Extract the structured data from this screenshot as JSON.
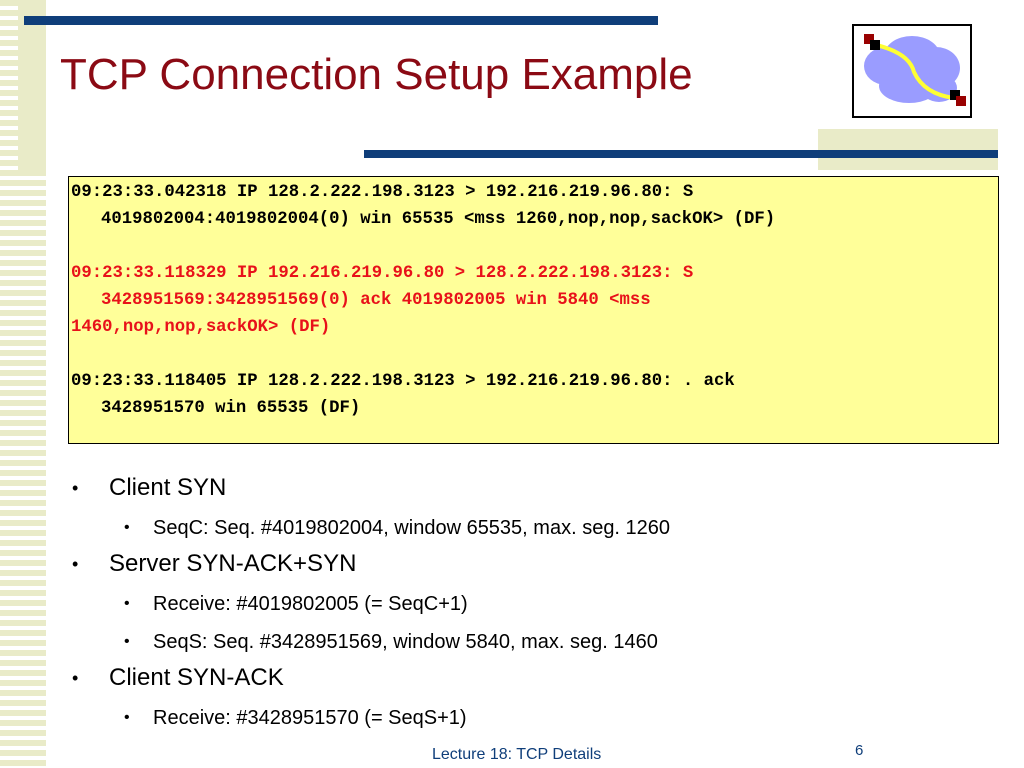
{
  "title": "TCP Connection Setup Example",
  "code_entries": [
    {
      "color": "black",
      "lines": [
        "09:23:33.042318 IP 128.2.222.198.3123 > 192.216.219.96.80: S",
        "4019802004:4019802004(0) win 65535 <mss 1260,nop,nop,sackOK> (DF)"
      ]
    },
    {
      "color": "red",
      "lines": [
        "09:23:33.118329 IP 192.216.219.96.80 > 128.2.222.198.3123: S",
        "3428951569:3428951569(0) ack 4019802005 win 5840 <mss",
        "1460,nop,nop,sackOK> (DF)"
      ]
    },
    {
      "color": "black",
      "lines": [
        "09:23:33.118405 IP 128.2.222.198.3123 > 192.216.219.96.80: . ack",
        "3428951570 win 65535 (DF)"
      ]
    }
  ],
  "bullets": [
    {
      "text": "Client SYN",
      "subs": [
        "SeqC: Seq. #4019802004, window 65535, max. seg. 1260"
      ]
    },
    {
      "text": "Server SYN-ACK+SYN",
      "subs": [
        "Receive: #4019802005 (= SeqC+1)",
        "SeqS: Seq. #3428951569, window 5840, max. seg. 1460"
      ]
    },
    {
      "text": "Client SYN-ACK",
      "subs": [
        "Receive: #3428951570 (= SeqS+1)"
      ]
    }
  ],
  "footer": "Lecture 18: TCP Details",
  "page_number": "6",
  "colors": {
    "title": "#8b0a14",
    "bar": "#0f3e7a",
    "code_bg": "#ffff99",
    "code_red": "#e8111a",
    "stripe": "#e9ebc8"
  },
  "icons": {
    "logo": "network-cloud-icon"
  }
}
